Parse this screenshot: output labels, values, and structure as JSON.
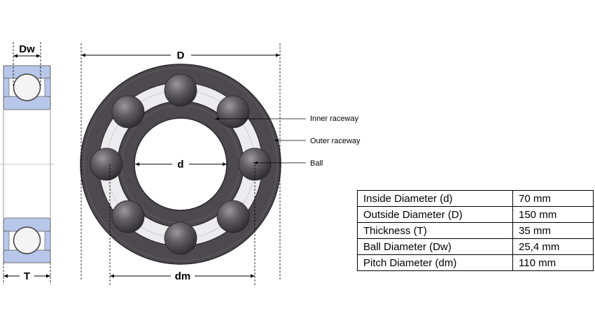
{
  "dimensions": {
    "ball_diameter": "Dw",
    "outside_diameter": "D",
    "inside_diameter": "d",
    "pitch_diameter": "dm",
    "thickness": "T"
  },
  "callouts": {
    "inner_raceway": "Inner raceway",
    "outer_raceway": "Outer raceway",
    "ball": "Ball"
  },
  "table": {
    "rows": [
      {
        "parameter": "Inside Diameter (d)",
        "value": "70 mm"
      },
      {
        "parameter": "Outside Diameter (D)",
        "value": "150 mm"
      },
      {
        "parameter": "Thickness (T)",
        "value": "35 mm"
      },
      {
        "parameter": "Ball Diameter (Dw)",
        "value": "25,4 mm"
      },
      {
        "parameter": "Pitch Diameter (dm)",
        "value": "110 mm"
      }
    ]
  },
  "colors": {
    "ring": "#4c4a4e",
    "ring_edge": "#2a292c",
    "section_fill": "#b8c6ea",
    "ball": "#58565a"
  }
}
